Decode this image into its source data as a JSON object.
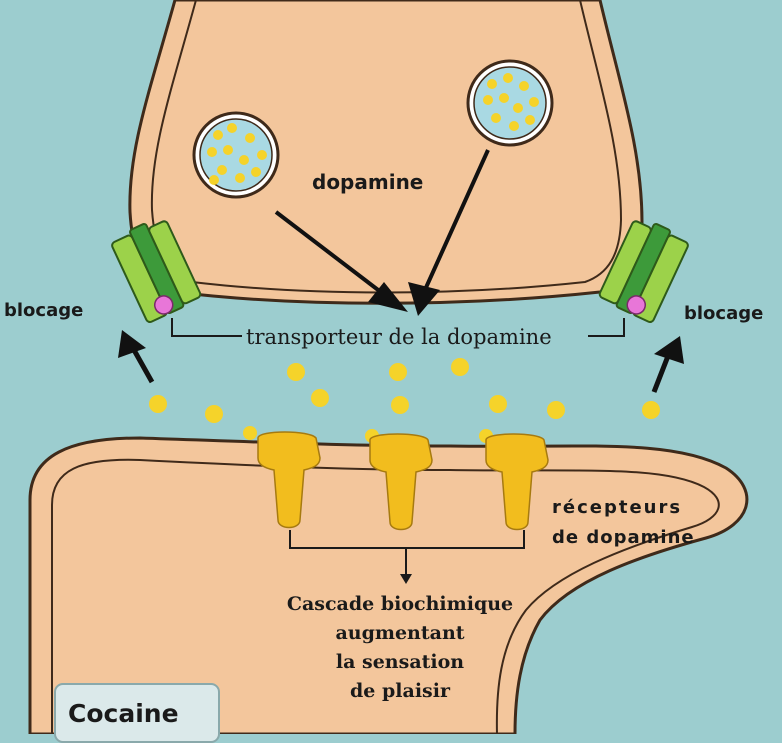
{
  "labels": {
    "dopamine": "dopamine",
    "blocage_left": "blocage",
    "blocage_right": "blocage",
    "transporteur": "transporteur de la dopamine",
    "recepteurs_line1": "récepteurs",
    "recepteurs_line2": "de dopamine",
    "cascade_lines": [
      "Cascade biochimique",
      "augmentant",
      "la sensation",
      "de plaisir"
    ],
    "cocaine": "Cocaine"
  },
  "colors": {
    "background": "#9ccdcf",
    "neuron_fill": "#f3c69c",
    "neuron_outline": "#3f2a1a",
    "dopamine_dot": "#f5d32a",
    "receptor": "#f2bd1e",
    "transporter_light": "#9cd24a",
    "transporter_dark": "#3d9a3a",
    "cocaine_molecule": "#e876d8",
    "arrow": "#111111"
  }
}
